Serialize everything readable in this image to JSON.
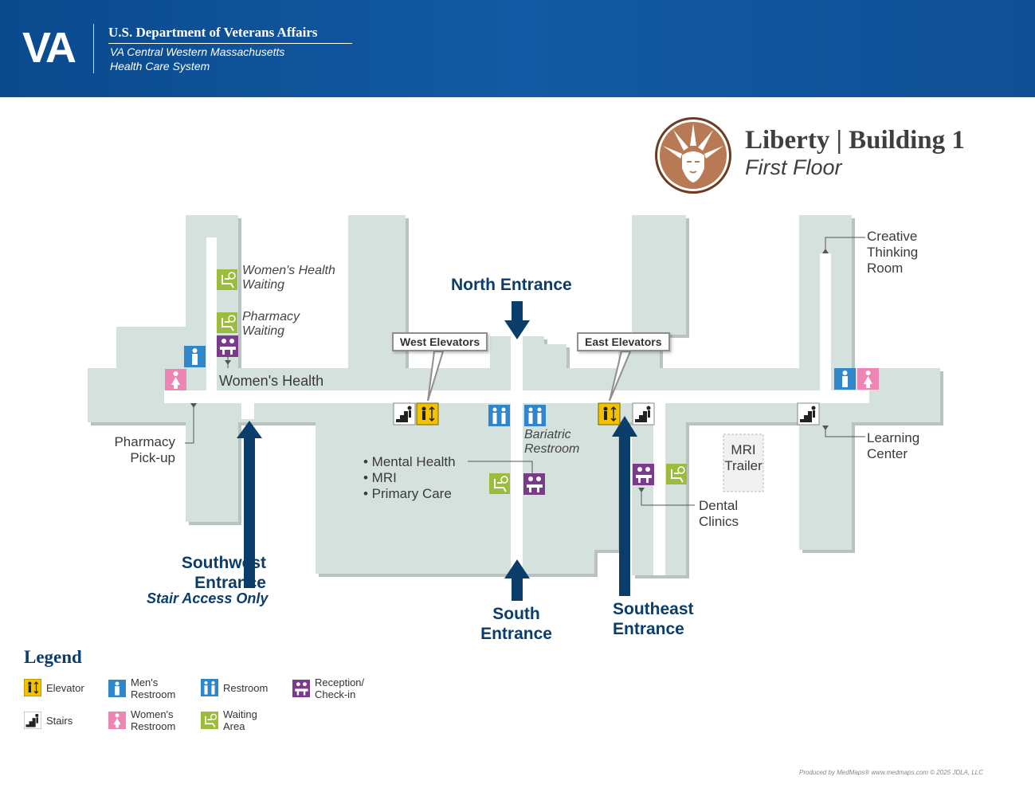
{
  "header": {
    "logo": "VA",
    "department": "U.S. Department of Veterans Affairs",
    "system_line1": "VA Central Western Massachusetts",
    "system_line2": "Health Care System",
    "brand_color": "#0f4f95"
  },
  "title": {
    "building": "Liberty | Building 1",
    "floor": "First Floor",
    "emblem": "statue-of-liberty-icon"
  },
  "callouts": {
    "west_elevators": "West Elevators",
    "east_elevators": "East Elevators"
  },
  "entrances": {
    "north": "North Entrance",
    "south_line1": "South",
    "south_line2": "Entrance",
    "southwest_line1": "Southwest",
    "southwest_line2": "Entrance",
    "southwest_note": "Stair Access Only",
    "southeast_line1": "Southeast",
    "southeast_line2": "Entrance"
  },
  "labels": {
    "womens_health_waiting_1": "Women's Health",
    "womens_health_waiting_2": "Waiting",
    "pharmacy_waiting_1": "Pharmacy",
    "pharmacy_waiting_2": "Waiting",
    "womens_health": "Women's Health",
    "pharmacy_pickup_1": "Pharmacy",
    "pharmacy_pickup_2": "Pick-up",
    "mental_health": "• Mental Health",
    "mri": "• MRI",
    "primary_care": "• Primary Care",
    "bariatric_1": "Bariatric",
    "bariatric_2": "Restroom",
    "mri_trailer_1": "MRI",
    "mri_trailer_2": "Trailer",
    "dental_1": "Dental",
    "dental_2": "Clinics",
    "creative_1": "Creative",
    "creative_2": "Thinking",
    "creative_3": "Room",
    "learning_1": "Learning",
    "learning_2": "Center"
  },
  "legend": {
    "title": "Legend",
    "items": [
      {
        "icon": "elevator-icon",
        "label": "Elevator"
      },
      {
        "icon": "stairs-icon",
        "label": "Stairs"
      },
      {
        "icon": "mens-restroom-icon",
        "label": "Men's\nRestroom"
      },
      {
        "icon": "womens-restroom-icon",
        "label": "Women's\nRestroom"
      },
      {
        "icon": "restroom-icon",
        "label": "Restroom"
      },
      {
        "icon": "waiting-area-icon",
        "label": "Waiting\nArea"
      },
      {
        "icon": "reception-icon",
        "label": "Reception/\nCheck-in"
      }
    ]
  },
  "colors": {
    "floor_plan": "#d4e1dc",
    "entrance_arrow": "#0b3d6b",
    "elevator": "#f2c200",
    "mens_restroom": "#2f86c8",
    "womens_restroom": "#ee86b3",
    "waiting": "#9bbc3c",
    "reception": "#7a3b8a",
    "stairs": "#2b2b2b"
  },
  "footer": "Produced by MedMaps®  www.medmaps.com   © 2025 JDLA, LLC"
}
